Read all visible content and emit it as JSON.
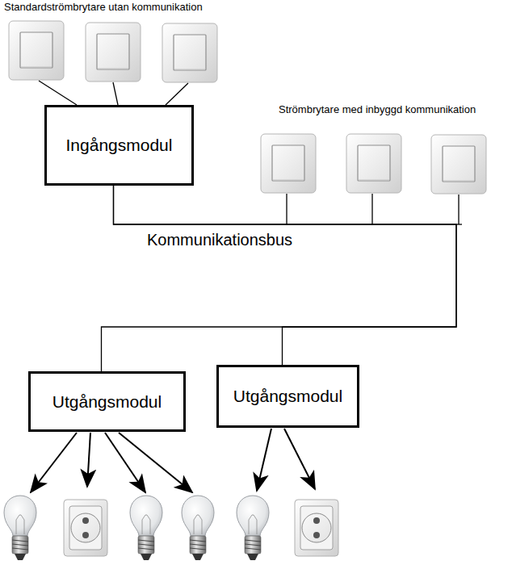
{
  "diagram": {
    "nodes": [
      {
        "text": [
          "Ingångsmodul"
        ]
      },
      {
        "text": [
          "Utgångsmodul"
        ]
      },
      {
        "text": [
          "Utgångsmodul"
        ]
      }
    ],
    "edges": [
      {
        "from": 0,
        "to": 1,
        "arrow": "none"
      },
      {
        "from": 0,
        "to": 2,
        "arrow": "none"
      }
    ],
    "labels": [
      "Standardströmbrytare utan kommunikation",
      "Strömbrytare med inbyggd kommunikation",
      "Kommunikationsbus"
    ]
  }
}
